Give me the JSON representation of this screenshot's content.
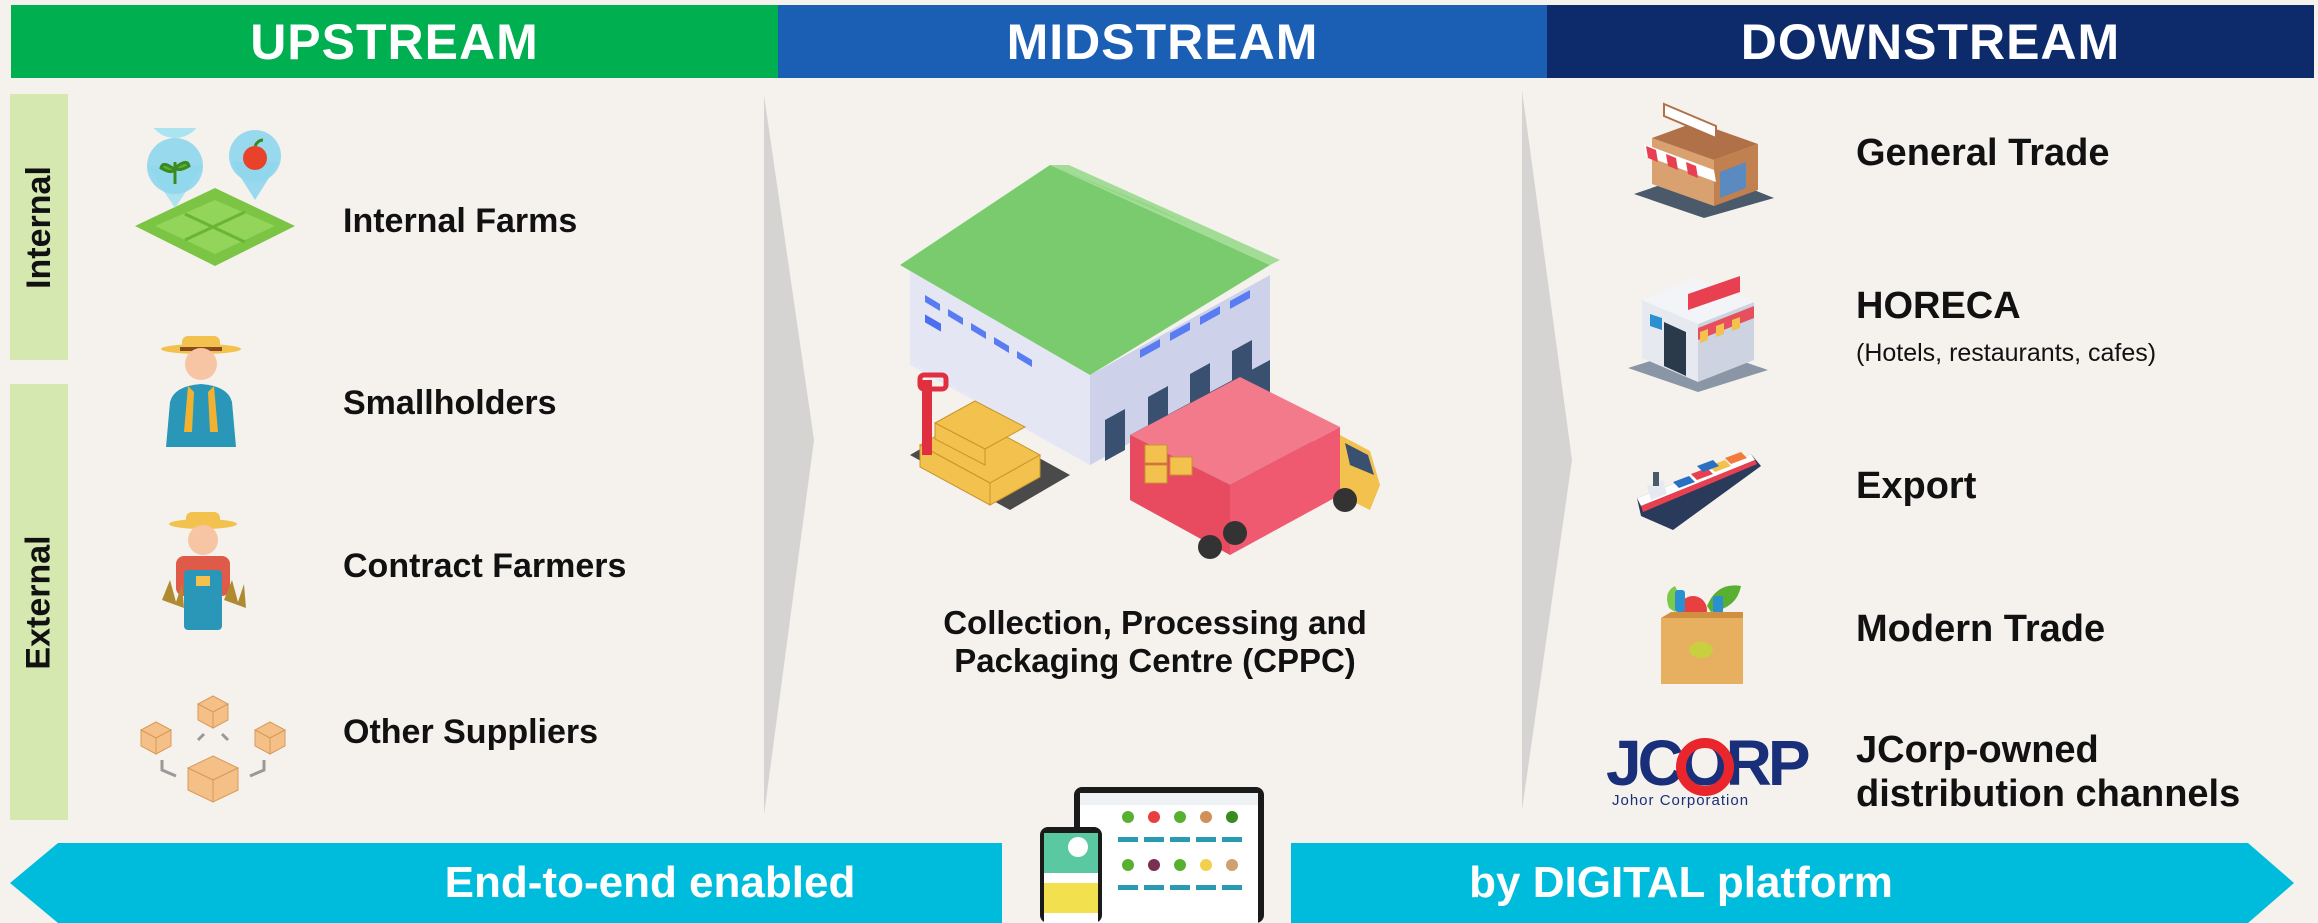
{
  "headers": {
    "upstream": "UPSTREAM",
    "midstream": "MIDSTREAM",
    "downstream": "DOWNSTREAM"
  },
  "side_tabs": {
    "internal": "Internal",
    "external": "External"
  },
  "upstream": [
    {
      "label": "Internal Farms",
      "icon": "farm-location-icon"
    },
    {
      "label": "Smallholders",
      "icon": "farmer-icon"
    },
    {
      "label": "Contract Farmers",
      "icon": "farmer-harvest-icon"
    },
    {
      "label": "Other Suppliers",
      "icon": "boxes-network-icon"
    }
  ],
  "midstream": {
    "label": "Collection, Processing and Packaging Centre (CPPC)",
    "icon": "warehouse-truck-icon"
  },
  "downstream": [
    {
      "label": "General Trade",
      "icon": "shop-icon"
    },
    {
      "label": "HORECA",
      "sub": "(Hotels, restaurants, cafes)",
      "icon": "restaurant-icon"
    },
    {
      "label": "Export",
      "icon": "cargo-ship-icon"
    },
    {
      "label": "Modern Trade",
      "icon": "grocery-bag-icon"
    },
    {
      "label": "JCorp-owned distribution channels",
      "icon": "jcorp-logo",
      "logo_text": "JCORP",
      "logo_sub": "Johor Corporation"
    }
  ],
  "banner": {
    "left": "End-to-end enabled",
    "right": "by DIGITAL platform",
    "icon": "digital-devices-icon"
  },
  "colors": {
    "upstream": "#00b050",
    "midstream": "#1a5fb4",
    "downstream": "#0d2b6b",
    "banner": "#00bcdc",
    "side_tab": "#d4e8b0"
  }
}
